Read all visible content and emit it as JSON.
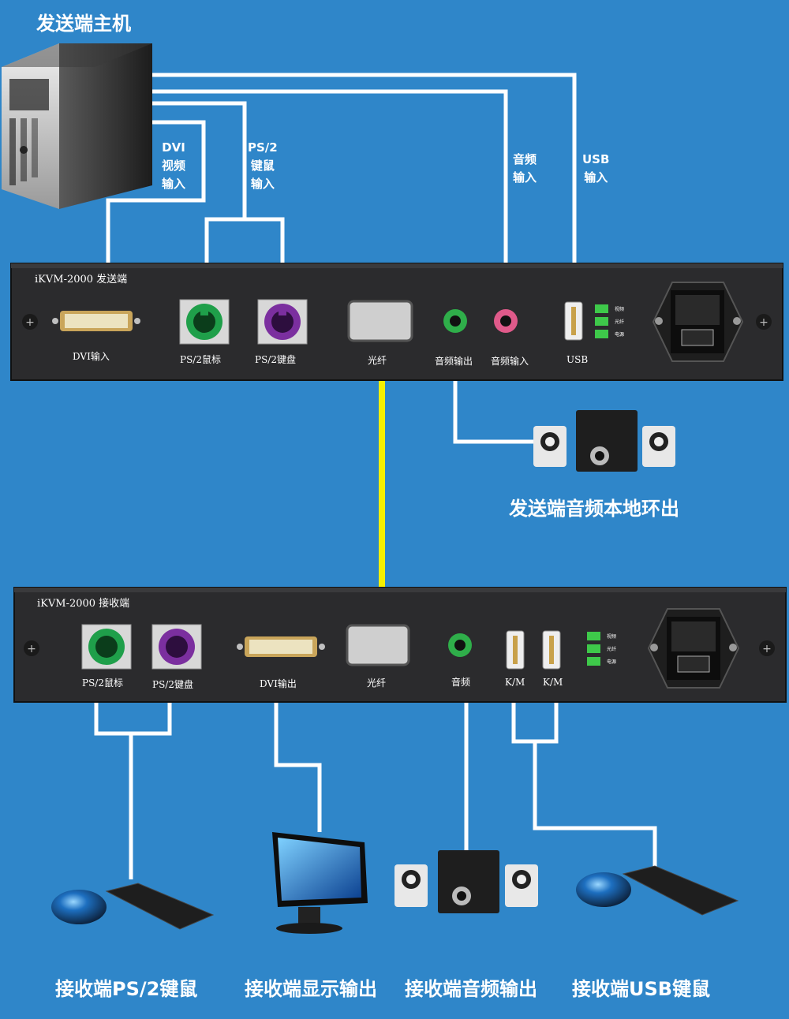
{
  "sender_host": {
    "title": "发送端主机"
  },
  "cables": {
    "dvi": [
      "DVI",
      "视频",
      "输入"
    ],
    "ps2": [
      "PS/2",
      "键鼠",
      "输入"
    ],
    "audio": [
      "音频",
      "输入"
    ],
    "usb": [
      "USB",
      "输入"
    ]
  },
  "sender_panel": {
    "title": "iKVM-2000 发送端",
    "ports": [
      "DVI输入",
      "PS/2鼠标",
      "PS/2键盘",
      "光纤",
      "音频输出",
      "音频输入",
      "USB"
    ],
    "leds": [
      "视频",
      "光纤",
      "电源"
    ]
  },
  "sender_audio_caption": "发送端音频本地环出",
  "receiver_panel": {
    "title": "iKVM-2000 接收端",
    "ports": [
      "PS/2鼠标",
      "PS/2键盘",
      "DVI输出",
      "光纤",
      "音频",
      "K/M",
      "K/M"
    ],
    "leds": [
      "视频",
      "光纤",
      "电源"
    ]
  },
  "captions": [
    "接收端PS/2键鼠",
    "接收端显示输出",
    "接收端音频输出",
    "接收端USB键鼠"
  ],
  "colors": {
    "background": "#2f86c9",
    "panel": "#2b2b2d",
    "fiber": "#f5f000",
    "cable": "#ffffff",
    "ps2_mouse": "#1f9f4a",
    "ps2_keyboard": "#7b2f9f",
    "audio_out": "#2fae4a",
    "audio_in": "#e05a8a",
    "led": "#3ec94a"
  }
}
